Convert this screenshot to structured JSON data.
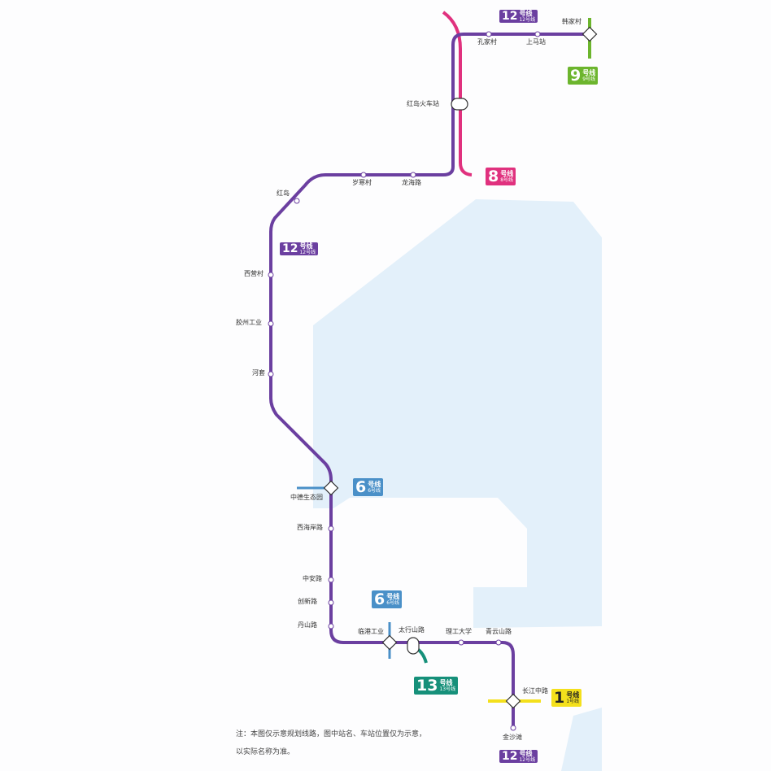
{
  "lines": {
    "l12": {
      "name": "12号线",
      "number": "12",
      "suffix": "号线",
      "color": "#6b3fa0"
    },
    "l8": {
      "name": "8号线",
      "number": "8",
      "suffix": "号线",
      "color": "#e0317e"
    },
    "l9": {
      "name": "9号线",
      "number": "9",
      "suffix": "号线",
      "color": "#6cb52d"
    },
    "l6": {
      "name": "6号线",
      "number": "6",
      "suffix": "号线",
      "color": "#4a90c8"
    },
    "l13": {
      "name": "13号线",
      "number": "13",
      "suffix": "号线",
      "color": "#16907a"
    },
    "l1": {
      "name": "1号线",
      "number": "1",
      "suffix": "号线",
      "color": "#f4e01c"
    }
  },
  "water_color": "#e3f0fa",
  "stations": [
    "韩家村",
    "孔家村",
    "上马站",
    "红岛火车站",
    "岁寒村",
    "龙海路",
    "红岛",
    "西营村",
    "胶州工业",
    "河套",
    "中德生态园",
    "西海岸路",
    "中安路",
    "创新路",
    "丹山路",
    "临港工业",
    "太行山路",
    "理工大学",
    "青云山路",
    "长江中路",
    "金沙滩"
  ],
  "note": {
    "line1": "注：本图仅示意规划线路，图中站名、车站位置仅为示意，",
    "line2": "以实际名称为准。"
  }
}
